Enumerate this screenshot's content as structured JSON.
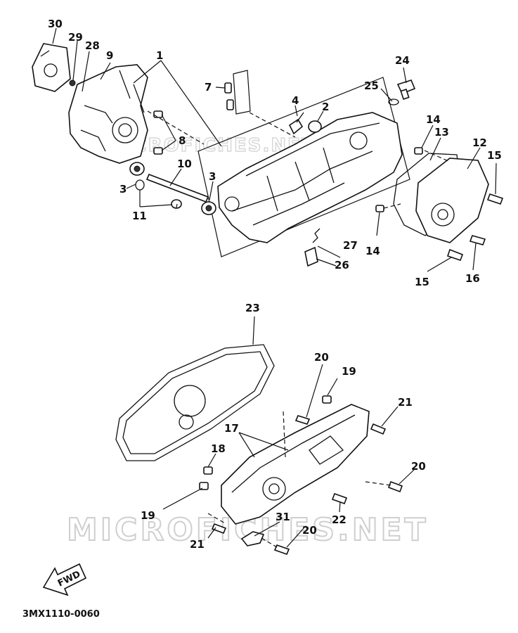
{
  "watermark": {
    "upper": "MICROFICHES.NET",
    "lower": "MICROFICHES.NET"
  },
  "diagram_code": "3MX1110-0060",
  "fwd_label": "FWD",
  "callouts": {
    "c1": "1",
    "c2": "2",
    "c3a": "3",
    "c3b": "3",
    "c4": "4",
    "c7": "7",
    "c8": "8",
    "c9": "9",
    "c10": "10",
    "c11": "11",
    "c12": "12",
    "c13": "13",
    "c14a": "14",
    "c14b": "14",
    "c15a": "15",
    "c15b": "15",
    "c16": "16",
    "c17": "17",
    "c18": "18",
    "c19a": "19",
    "c19b": "19",
    "c20a": "20",
    "c20b": "20",
    "c20c": "20",
    "c21a": "21",
    "c21b": "21",
    "c22": "22",
    "c23": "23",
    "c24": "24",
    "c25": "25",
    "c26": "26",
    "c27": "27",
    "c28": "28",
    "c29": "29",
    "c30": "30",
    "c31": "31"
  }
}
